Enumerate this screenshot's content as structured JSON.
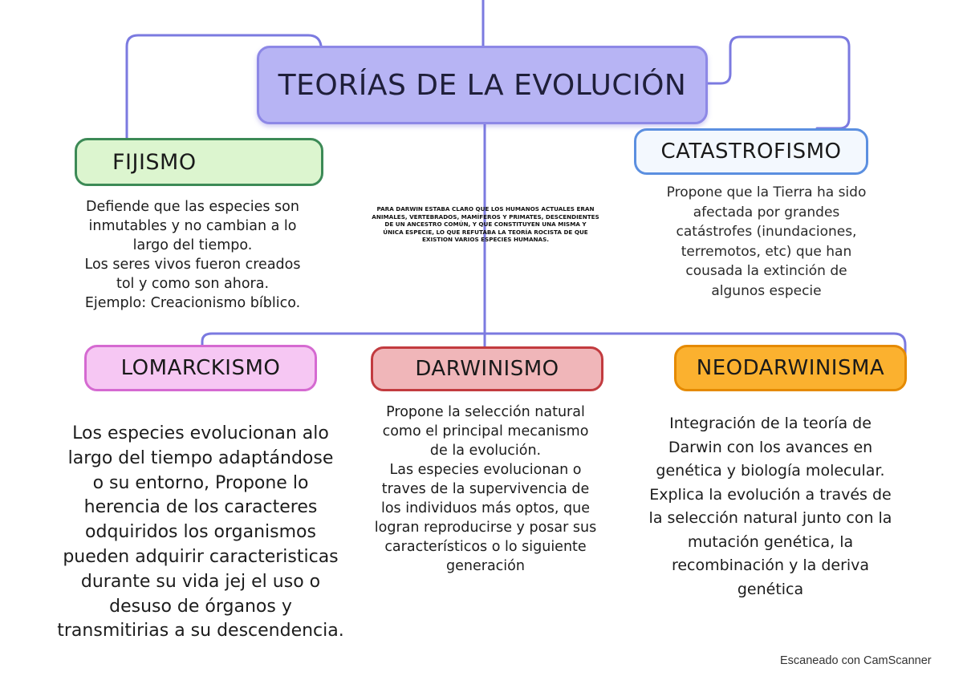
{
  "title": "TEORÍAS DE LA EVOLUCIÓN",
  "nodes": {
    "fijismo": {
      "label": "FIJISMO",
      "text": [
        "Defiende que las especies son",
        "inmutables y no cambian a lo",
        "largo del tiempo.",
        "Los seres vivos fueron creados",
        "tol y como son ahora.",
        "Ejemplo: Creacionismo bíblico."
      ]
    },
    "catastrofismo": {
      "label": "CATASTROFISMO",
      "text": [
        "Propone que la Tierra ha sido",
        "afectada por grandes",
        "catástrofes (inundaciones,",
        "terremotos, etc) que han",
        "cousada la extinción de",
        "algunos especie"
      ]
    },
    "note": {
      "text": [
        "PARA DARWIN ESTABA CLARO QUE LOS HUMANOS ACTUALES ERAN",
        "ANIMALES, VERTEBRADOS, MAMÍFEROS Y PRIMATES, DESCENDIENTES",
        "DE UN ANCESTRO COMÚN, Y QUE CONSTITUYEN UNA MISMA Y",
        "ÚNICA ESPECIE, LO QUE REFUTABA LA TEORÍA ROCISTA DE QUE",
        "EXISTION VARIOS ESPECIES HUMANAS."
      ]
    },
    "lamarckismo": {
      "label": "LOMARCKISMO",
      "text": [
        "Los especies evolucionan alo",
        "largo del tiempo adaptándose",
        "o su entorno, Propone lo",
        "herencia de los caracteres",
        "odquiridos los organismos",
        "pueden adquirir caracteristicas",
        "durante su vida jej el uso o",
        "desuso de órganos y",
        "transmitirias a su descendencia."
      ]
    },
    "darwinismo": {
      "label": "DARWINISMO",
      "text": [
        "Propone la selección natural",
        "como el principal mecanismo",
        "de la evolución.",
        "Las especies evolucionan o",
        "traves de la supervivencia de",
        "los individuos más optos, que",
        "logran reproducirse y posar sus",
        "característicos o lo siguiente",
        "generación"
      ]
    },
    "neodarwinismo": {
      "label": "NEODARWINISMA",
      "text": [
        "Integración de la teoría de",
        "Darwin con los avances en",
        "genética y biología molecular.",
        "Explica la evolución a través de",
        "la selección natural junto con la",
        "mutación genética, la",
        "recombinación y la deriva",
        "genética"
      ]
    }
  },
  "footer": "Escaneado con CamScanner",
  "colors": {
    "connector": "#7b7ae0",
    "title_fill": "#b7b4f4",
    "fijismo_fill": "#dcf5cf",
    "catastrofismo_fill": "#f3f8fe",
    "lamarckismo_fill": "#f6c7f3",
    "darwinismo_fill": "#f0b6b9",
    "neodarwinismo_fill": "#fbb12f"
  }
}
